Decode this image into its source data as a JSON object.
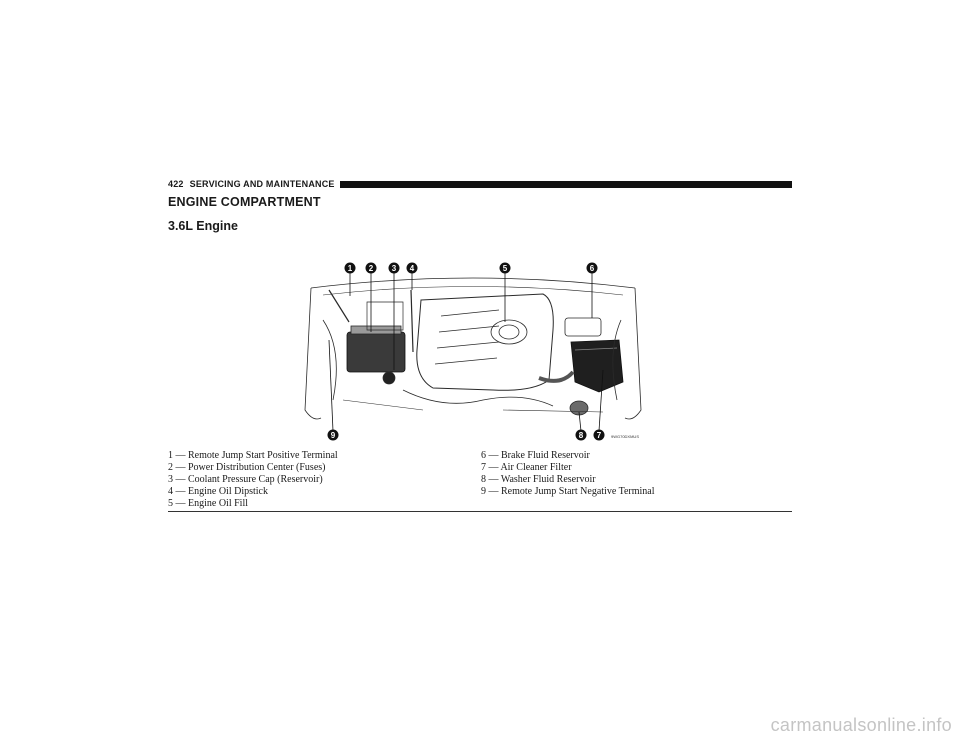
{
  "header": {
    "page_number": "422",
    "section_title": "SERVICING AND MAINTENANCE"
  },
  "heading": "ENGINE COMPARTMENT",
  "subheading": "3.6L Engine",
  "figure": {
    "callouts": [
      "1",
      "2",
      "3",
      "4",
      "5",
      "6",
      "9",
      "8",
      "7"
    ],
    "image_code": "9WG70DXMUS"
  },
  "legend": {
    "left": [
      "1 — Remote Jump Start Positive Terminal",
      "2 — Power Distribution Center (Fuses)",
      "3 — Coolant Pressure Cap (Reservoir)",
      "4 — Engine Oil Dipstick",
      "5 — Engine Oil Fill"
    ],
    "right": [
      "6 — Brake Fluid Reservoir",
      "7 — Air Cleaner Filter",
      "8 — Washer Fluid Reservoir",
      "9 — Remote Jump Start Negative Terminal"
    ]
  },
  "watermark": "carmanualsonline.info"
}
